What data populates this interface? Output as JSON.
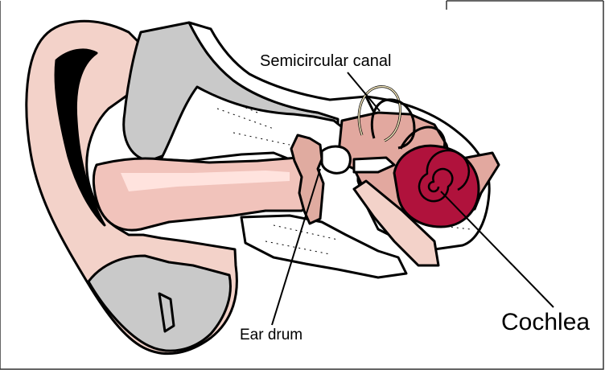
{
  "diagram": {
    "labels": {
      "semicircular_canal": "Semicircular canal",
      "ear_drum": "Ear drum",
      "cochlea": "Cochlea"
    },
    "colors": {
      "skin": "#f3d2c9",
      "skin_shadow": "#e0aba0",
      "ear_canal": "#f1c3bb",
      "cartilage": "#c9c9c9",
      "bone": "#ffffff",
      "inner_ear_tissue": "#e2a89f",
      "cochlea": "#b0123c",
      "outline": "#000000"
    }
  }
}
